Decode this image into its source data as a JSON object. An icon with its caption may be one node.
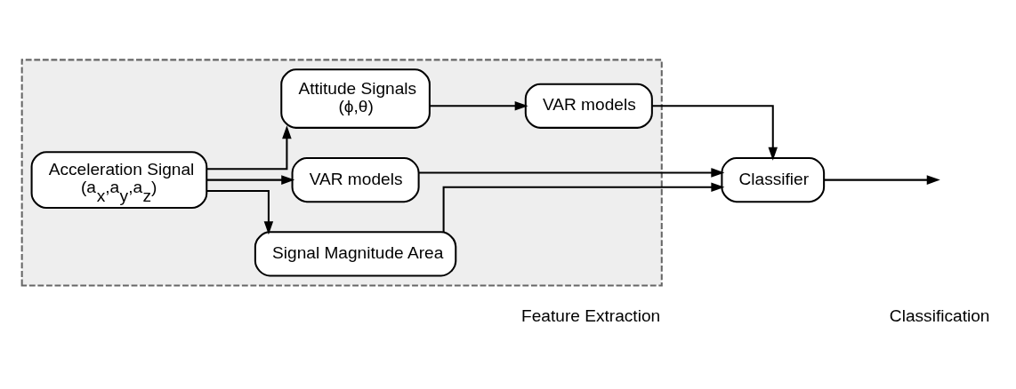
{
  "diagram": {
    "nodes": [
      {
        "text": [],
        "shape": "box"
      },
      {
        "text": [
          "Acceleration Signal",
          "(a$_{x}$,a$_{y}$,a$_{z}$)"
        ],
        "in": 0
      },
      {
        "text": [
          "VAR models"
        ],
        "in": 0
      },
      {
        "text": [
          "Signal Magnitude Area"
        ],
        "in": 0
      },
      {
        "text": [
          "Attitude Signals",
          "(ϕ,θ)"
        ],
        "in": 0
      },
      {
        "text": [
          "VAR models"
        ],
        "in": 0
      },
      {
        "text": [
          "Classifier"
        ]
      }
    ],
    "edges": [
      {
        "from": 1,
        "to": 2,
        "arrow": "to"
      },
      {
        "from": 1,
        "to": 3,
        "arrow": "to"
      },
      {
        "from": 1,
        "to": 4,
        "arrow": "to"
      },
      {
        "from": 4,
        "to": 5,
        "arrow": "to"
      },
      {
        "from": 2,
        "to": 6,
        "arrow": "to"
      },
      {
        "from": 3,
        "to": 6,
        "arrow": "to"
      },
      {
        "from": 5,
        "to": 6,
        "arrow": "to"
      },
      {
        "from": 6,
        "to": null,
        "arrow": "to"
      }
    ],
    "labels": [
      "Feature Extraction",
      "Classification"
    ]
  }
}
